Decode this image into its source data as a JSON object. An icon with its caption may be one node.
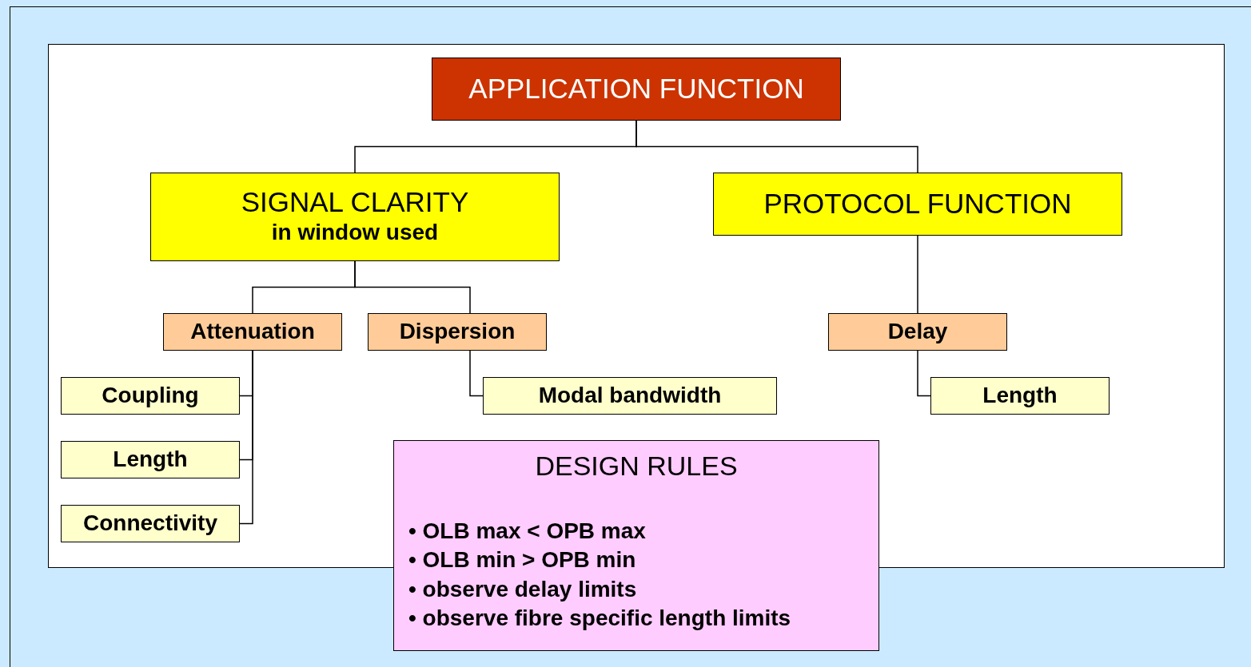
{
  "diagram": {
    "nodes": [
      {
        "text": [
          "APPLICATION FUNCTION"
        ]
      },
      {
        "text": [
          "SIGNAL CLARITY",
          "in window used"
        ]
      },
      {
        "text": [
          "PROTOCOL FUNCTION"
        ]
      },
      {
        "text": [
          "Attenuation"
        ]
      },
      {
        "text": [
          "Dispersion"
        ]
      },
      {
        "text": [
          "Delay"
        ]
      },
      {
        "text": [
          "Coupling"
        ]
      },
      {
        "text": [
          "Length"
        ]
      },
      {
        "text": [
          "Connectivity"
        ]
      },
      {
        "text": [
          "Modal bandwidth"
        ]
      },
      {
        "text": [
          "Length"
        ]
      },
      {
        "text": [
          "DESIGN RULES",
          "• OLB max < OPB max",
          "• OLB min > OPB min",
          "• observe delay limits",
          "• observe fibre specific length limits"
        ]
      }
    ],
    "edges": [
      {
        "from": 0,
        "to": 1,
        "arrow": "none"
      },
      {
        "from": 0,
        "to": 2,
        "arrow": "none"
      },
      {
        "from": 1,
        "to": 3,
        "arrow": "none"
      },
      {
        "from": 1,
        "to": 4,
        "arrow": "none"
      },
      {
        "from": 2,
        "to": 5,
        "arrow": "none"
      },
      {
        "from": 3,
        "to": 6,
        "arrow": "none"
      },
      {
        "from": 3,
        "to": 7,
        "arrow": "none"
      },
      {
        "from": 3,
        "to": 8,
        "arrow": "none"
      },
      {
        "from": 4,
        "to": 9,
        "arrow": "none"
      },
      {
        "from": 5,
        "to": 10,
        "arrow": "none"
      }
    ]
  }
}
